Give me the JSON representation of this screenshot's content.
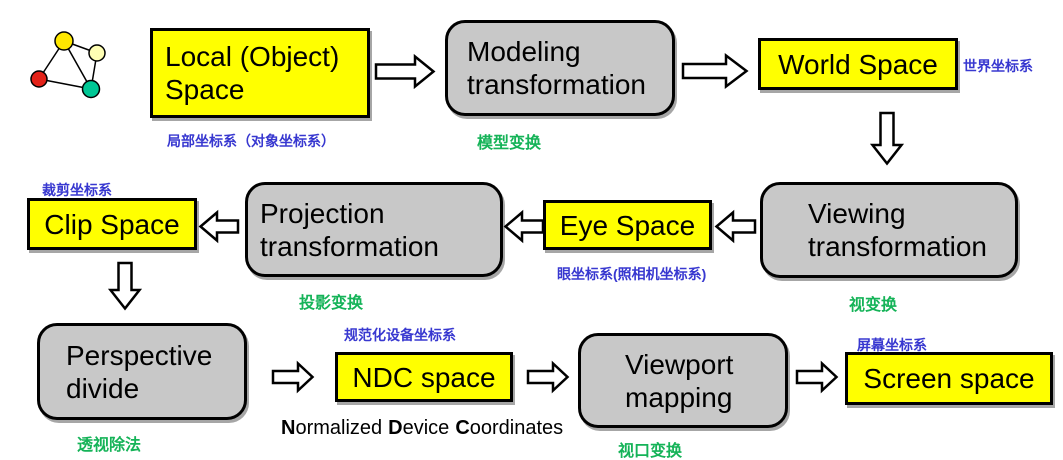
{
  "colors": {
    "box_yellow": "#FFFF00",
    "box_gray": "#C8C8C8",
    "label_blue": "#3838D0",
    "label_green": "#15B358",
    "node_yellow": "#FFE800",
    "node_pale_yellow": "#FFFFB4",
    "node_red": "#E32219",
    "node_teal": "#00C795"
  },
  "boxes": {
    "local": {
      "label": "Local (Object)\nSpace",
      "caption": "局部坐标系（对象坐标系）"
    },
    "modeling": {
      "label": "Modeling\ntransformation",
      "caption": "模型变换"
    },
    "world": {
      "label": "World Space",
      "caption": "世界坐标系"
    },
    "viewing": {
      "label": "Viewing\ntransformation",
      "caption": "视变换"
    },
    "eye": {
      "label": "Eye Space",
      "caption": "眼坐标系(照相机坐标系)"
    },
    "projection": {
      "label": "Projection\ntransformation",
      "caption": "投影变换"
    },
    "clip": {
      "label": "Clip Space",
      "caption": "裁剪坐标系"
    },
    "perspective": {
      "label": "Perspective\ndivide",
      "caption": "透视除法"
    },
    "ndc": {
      "label": "NDC space",
      "caption": "规范化设备坐标系",
      "caption_en_words": [
        "Normalized",
        "Device",
        "Coordinates"
      ]
    },
    "viewport": {
      "label": "Viewport\nmapping",
      "caption": "视口变换"
    },
    "screen": {
      "label": "Screen space",
      "caption": "屏幕坐标系"
    }
  }
}
